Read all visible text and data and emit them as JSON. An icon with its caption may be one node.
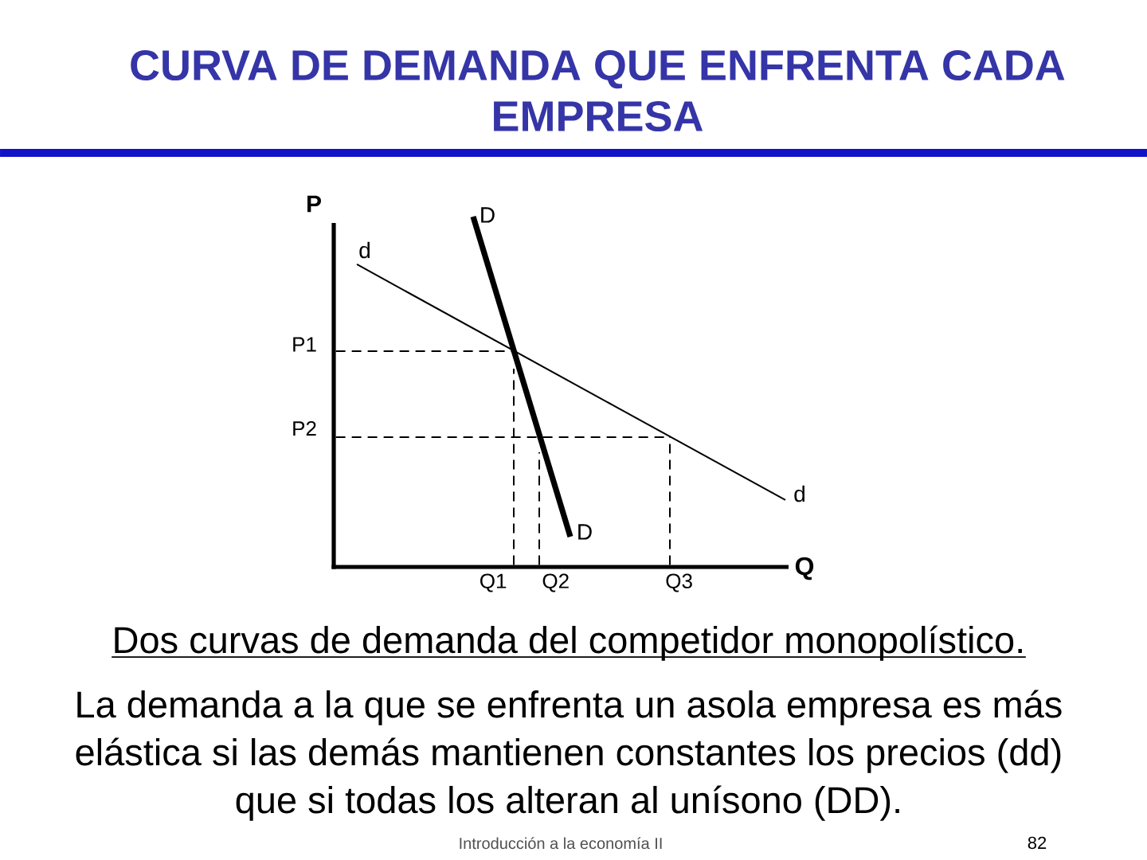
{
  "diagram": {
    "title": "CURVA DE DEMANDA QUE ENFRENTA CADA EMPRESA",
    "caption": "Dos curvas de demanda del competidor monopolístico.",
    "labels": [
      "P",
      "D",
      "d",
      "P1",
      "P2",
      "d",
      "D",
      "Q",
      "Q1",
      "Q2",
      "Q3",
      "La demanda a la que se enfrenta un asola empresa es más elástica si las demás mantienen constantes los precios (dd) que si todas los alteran al unísono (DD).",
      "Introducción a la economía II",
      "82"
    ]
  }
}
